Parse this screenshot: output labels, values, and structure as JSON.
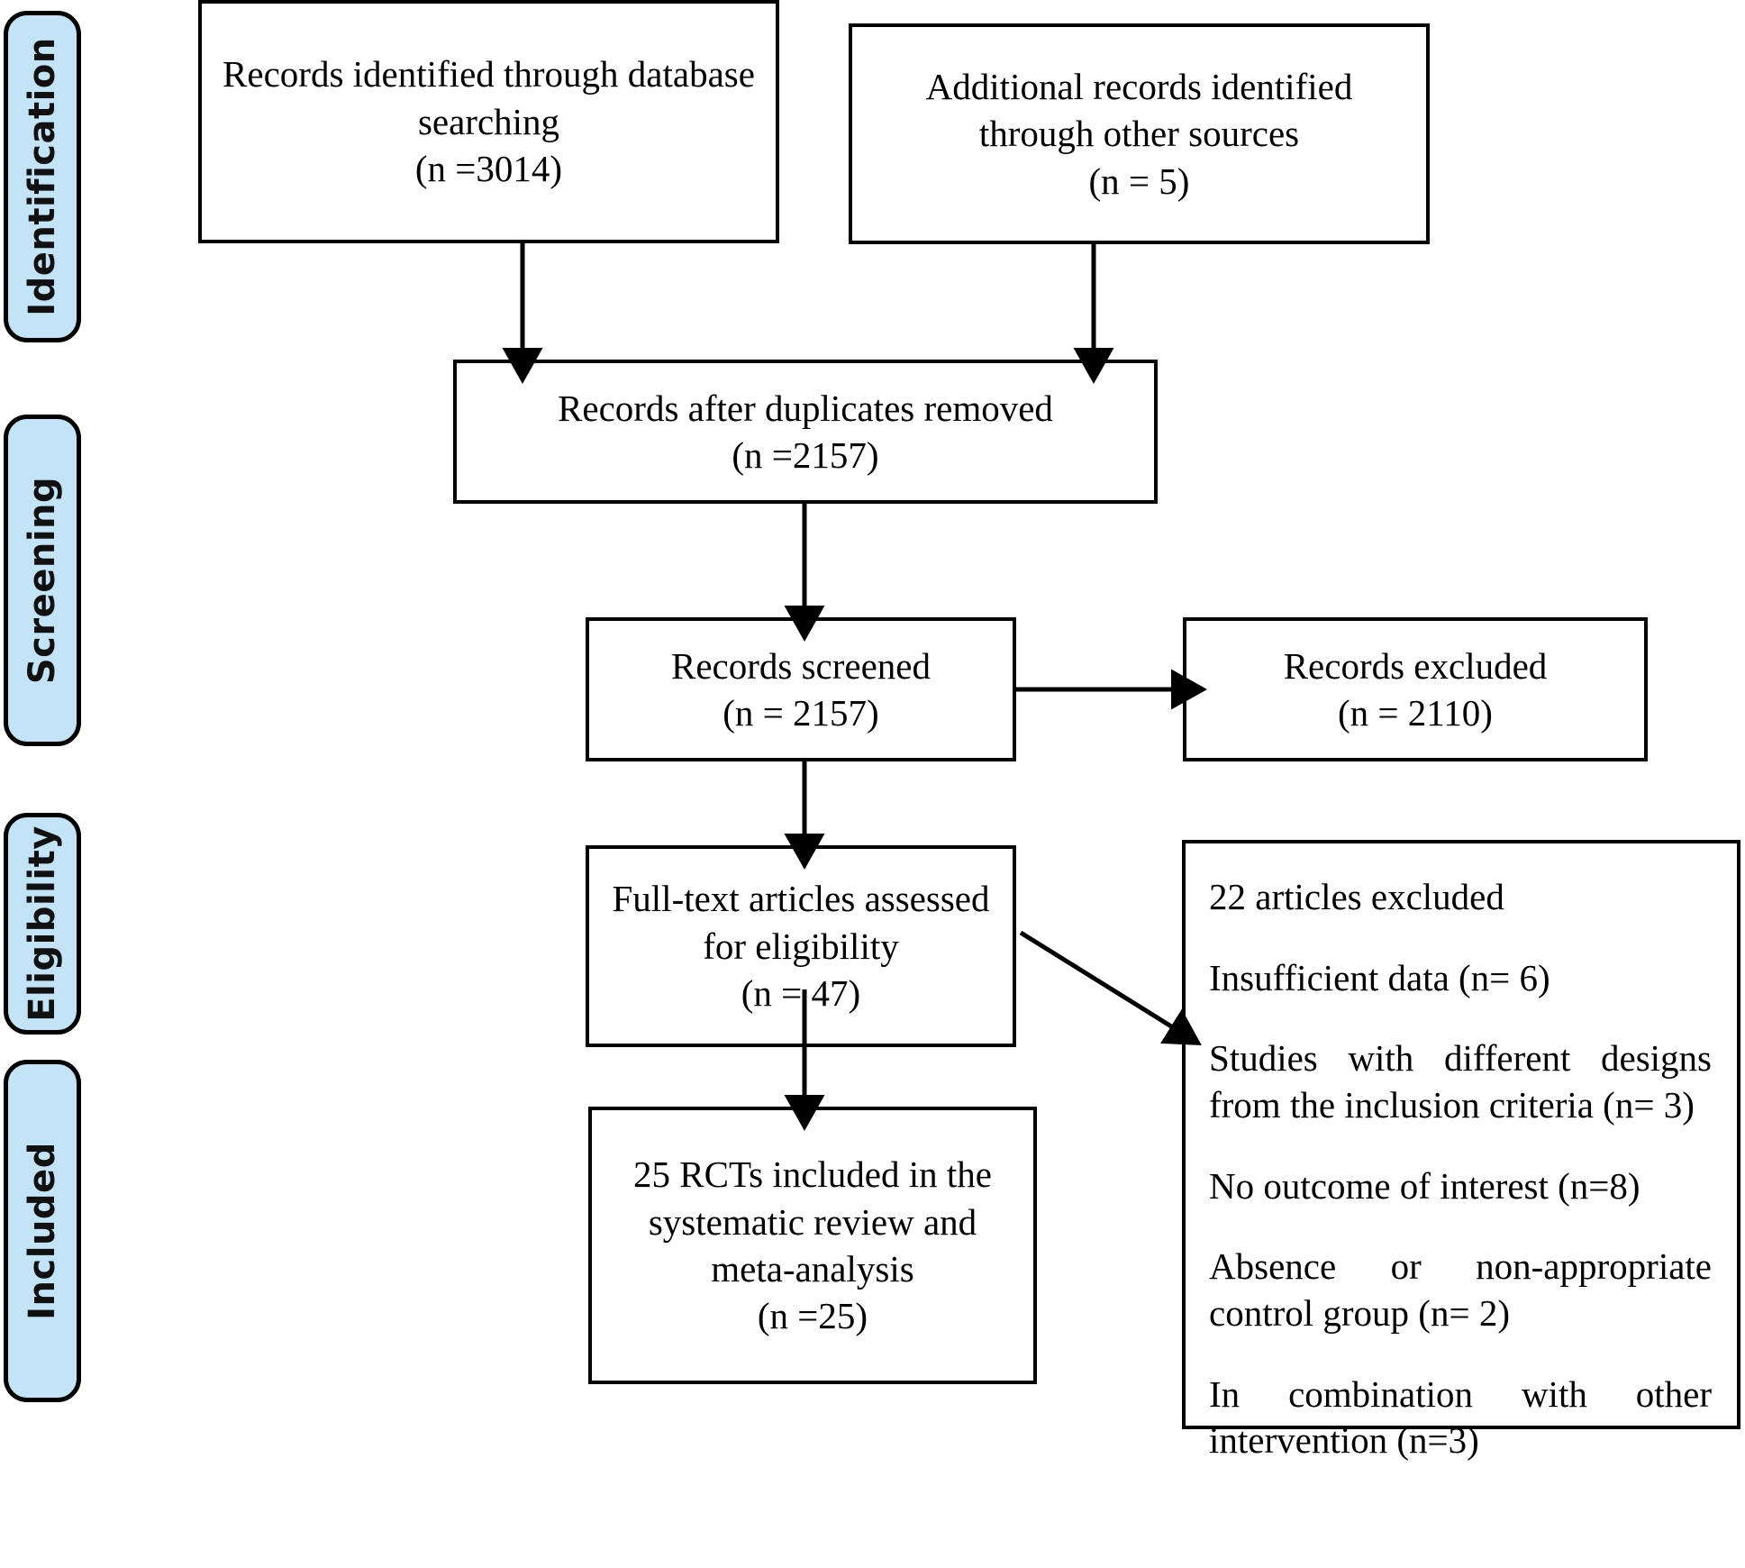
{
  "diagram": {
    "type": "prisma-flow-diagram",
    "stages": [
      {
        "id": "identification",
        "label": "Identification"
      },
      {
        "id": "screening",
        "label": "Screening"
      },
      {
        "id": "eligibility",
        "label": "Eligibility"
      },
      {
        "id": "included",
        "label": "Included"
      }
    ],
    "boxes": {
      "database_records": {
        "text": "Records identified through database\nsearching\n(n =3014)",
        "count": 3014
      },
      "other_records": {
        "text": "Additional records identified\nthrough other sources\n(n = 5)",
        "count": 5
      },
      "duplicates_removed": {
        "text": "Records after duplicates removed\n(n =2157)",
        "count": 2157
      },
      "records_screened": {
        "text": "Records screened\n(n = 2157)",
        "count": 2157
      },
      "records_excluded": {
        "text": "Records excluded\n(n = 2110)",
        "count": 2110
      },
      "fulltext_assessed": {
        "text": "Full-text articles assessed\nfor eligibility\n(n = 47)",
        "count": 47
      },
      "included_studies": {
        "text": "25 RCTs included in the\nsystematic review and\nmeta-analysis\n(n =25)",
        "count": 25
      }
    },
    "exclusions": {
      "heading": "22 articles excluded",
      "total": 22,
      "reasons": [
        "Insufficient data (n= 6)",
        "Studies with different designs from the inclusion criteria (n= 3)",
        "No outcome of interest (n=8)",
        "Absence or non-appropriate control group (n= 2)",
        "In combination with other intervention (n=3)"
      ]
    },
    "colors": {
      "stage_fill": "#c3e4f7",
      "stroke": "#000000",
      "box_fill": "#ffffff",
      "background": "#ffffff"
    }
  }
}
